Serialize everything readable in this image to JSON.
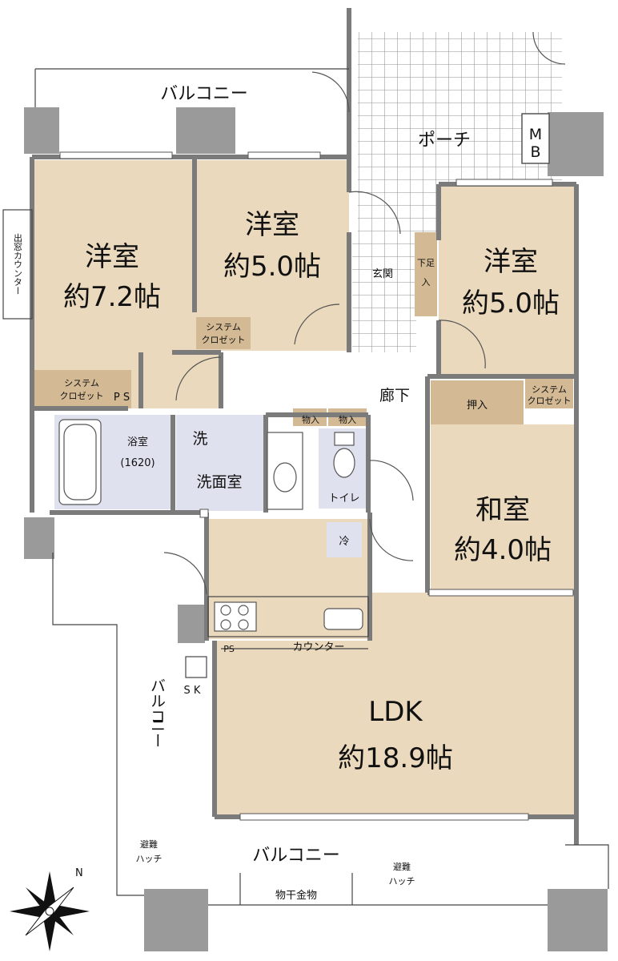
{
  "rooms": {
    "western_a": {
      "name": "洋室",
      "size": "約7.2帖"
    },
    "western_b": {
      "name": "洋室",
      "size": "約5.0帖"
    },
    "western_c": {
      "name": "洋室",
      "size": "約5.0帖"
    },
    "japanese": {
      "name": "和室",
      "size": "約4.0帖"
    },
    "ldk": {
      "name": "LDK",
      "size": "約18.9帖"
    },
    "bath": {
      "name": "浴室",
      "size": "(1620)"
    },
    "washroom": {
      "name": "洗面室"
    },
    "toilet": {
      "name": "トイレ"
    }
  },
  "labels": {
    "balcony_top": "バルコニー",
    "balcony_bottom": "バルコニー",
    "balcony_side_1": "バルコ",
    "balcony_side_2": "ニー",
    "porch": "ポーチ",
    "mb_m": "M",
    "mb_b": "B",
    "entrance": "玄関",
    "shoe_1": "下足",
    "shoe_2": "入",
    "corridor": "廊下",
    "oshiire": "押入",
    "closet_1": "システム",
    "closet_2": "クロゼット",
    "ps": "P S",
    "ps_small": "PS",
    "storage": "物入",
    "wash_mark": "洗",
    "fridge": "冷",
    "counter": "カウンター",
    "sk": "S K",
    "bay_counter": "出窓カウンター",
    "hatch_1": "避難",
    "hatch_2": "ハッチ",
    "laundry_rod": "物干金物",
    "north": "N"
  },
  "colors": {
    "room_fill": "#ead9bc",
    "wet_fill": "#dfe2ee",
    "closet_fill": "#d3b994",
    "wall": "#7b7b7b",
    "column": "#9a9a9a",
    "grid": "#6d6d6d"
  }
}
